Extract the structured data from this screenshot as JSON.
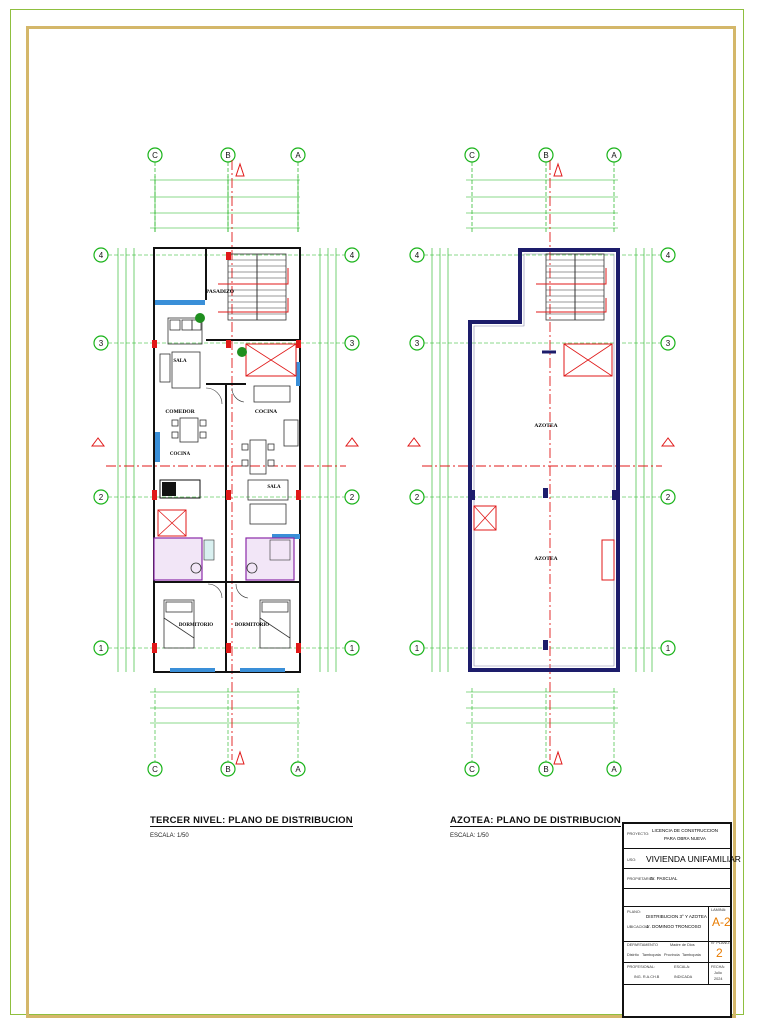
{
  "plans": [
    {
      "title": "TERCER NIVEL: PLANO DE DISTRIBUCION",
      "scale": "ESCALA: 1/50",
      "rooms": [
        "PASADIZO",
        "SALA",
        "COMEDOR",
        "COCINA",
        "COCINA",
        "SALA",
        "DORMITORIO",
        "DORMITORIO"
      ]
    },
    {
      "title": "AZOTEA: PLANO DE DISTRIBUCION",
      "scale": "ESCALA: 1/50",
      "rooms": [
        "AZOTEA",
        "AZOTEA"
      ]
    }
  ],
  "axes": {
    "columns": [
      "C",
      "B",
      "A"
    ],
    "rows": [
      "4",
      "3",
      "2",
      "1"
    ]
  },
  "title_block": {
    "proyecto_label": "PROYECTO:",
    "proyecto_1": "LICENCIA DE CONSTRUCCION",
    "proyecto_2": "PARA OBRA NUEVA",
    "uso_label": "USO:",
    "uso": "VIVIENDA UNIFAMILIAR",
    "propietario_label": "PROPIETARIO:",
    "propietario": "Sr. PASCUAL",
    "plano_label": "PLANO:",
    "plano": "DISTRIBUCION 3° Y AZOTEA",
    "ubicacion_label": "UBICACION:",
    "ubicacion": "Jr. DOMINGO TRONCOSO",
    "lamina_label": "LAMINA:",
    "lamina": "A-2",
    "departamento_label": "DEPARTAMENTO",
    "departamento": "Madre de Dios",
    "distrito": "Tambopata",
    "provincia_label": "Provincia",
    "provincia": "Tambopata",
    "distrito_label": "Distrito",
    "nplano_label": "N° PLANO:",
    "nplano": "2",
    "profesional_label": "PROFESIONAL:",
    "profesional": "ING. R.A.CH.B",
    "escala_label": "ESCALA:",
    "escala": "INDICADA",
    "fecha_label": "FECHA:",
    "fecha_1": "Julio",
    "fecha_2": "2024"
  },
  "colors": {
    "axis_green": "#19b319",
    "cut_red": "#e01919",
    "wall": "#1d1d6b",
    "frame_green": "#8fbf3f",
    "frame_gold": "#d4b76a",
    "sheet_orange": "#e87b00"
  }
}
